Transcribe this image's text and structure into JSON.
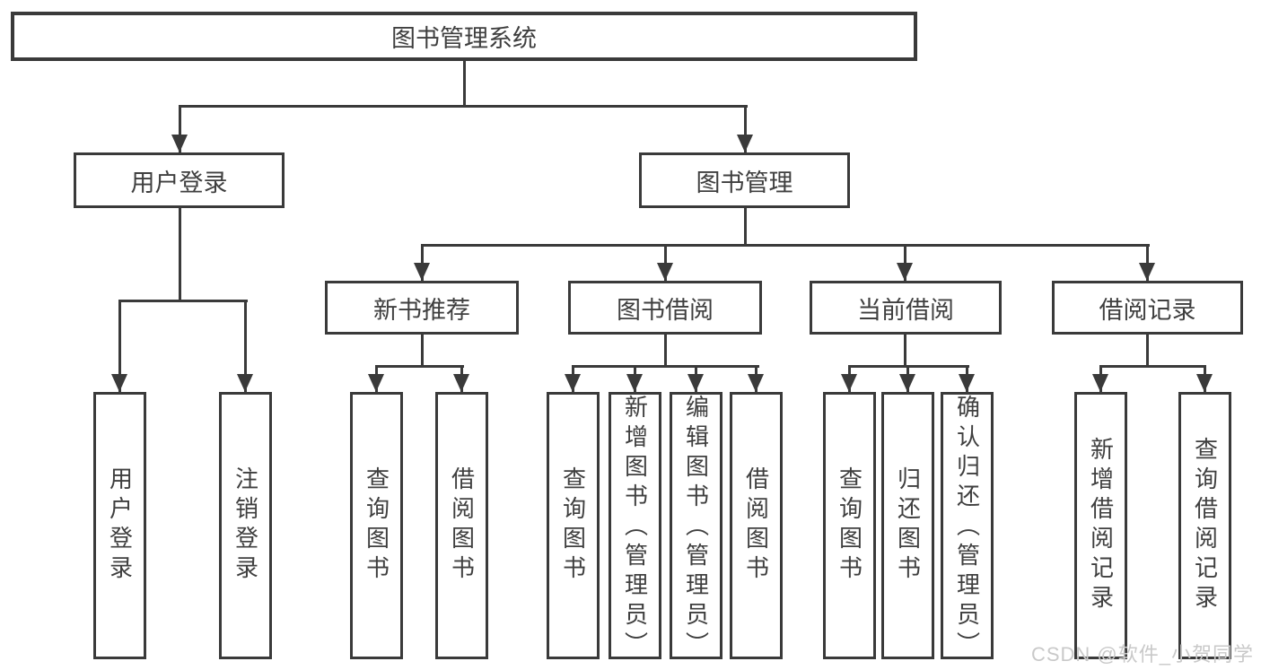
{
  "tree": {
    "root": {
      "label": "图书管理系统"
    },
    "branches": [
      {
        "label": "用户登录",
        "children": [
          {
            "label": "用户登录"
          },
          {
            "label": "注销登录"
          }
        ]
      },
      {
        "label": "图书管理",
        "children": [
          {
            "label": "新书推荐",
            "children": [
              {
                "label": "查询图书"
              },
              {
                "label": "借阅图书"
              }
            ]
          },
          {
            "label": "图书借阅",
            "children": [
              {
                "label": "查询图书"
              },
              {
                "label": "新增图书（管理员）"
              },
              {
                "label": "编辑图书（管理员）"
              },
              {
                "label": "借阅图书"
              }
            ]
          },
          {
            "label": "当前借阅",
            "children": [
              {
                "label": "查询图书"
              },
              {
                "label": "归还图书"
              },
              {
                "label": "确认归还（管理员）"
              }
            ]
          },
          {
            "label": "借阅记录",
            "children": [
              {
                "label": "新增借阅记录"
              },
              {
                "label": "查询借阅记录"
              }
            ]
          }
        ]
      }
    ]
  },
  "watermark": {
    "text": "CSDN @软件_小贺同学"
  },
  "colors": {
    "line": "#3a3a3a",
    "text": "#3f3f3f",
    "watermark": "#c9c9c9",
    "background": "#ffffff"
  }
}
